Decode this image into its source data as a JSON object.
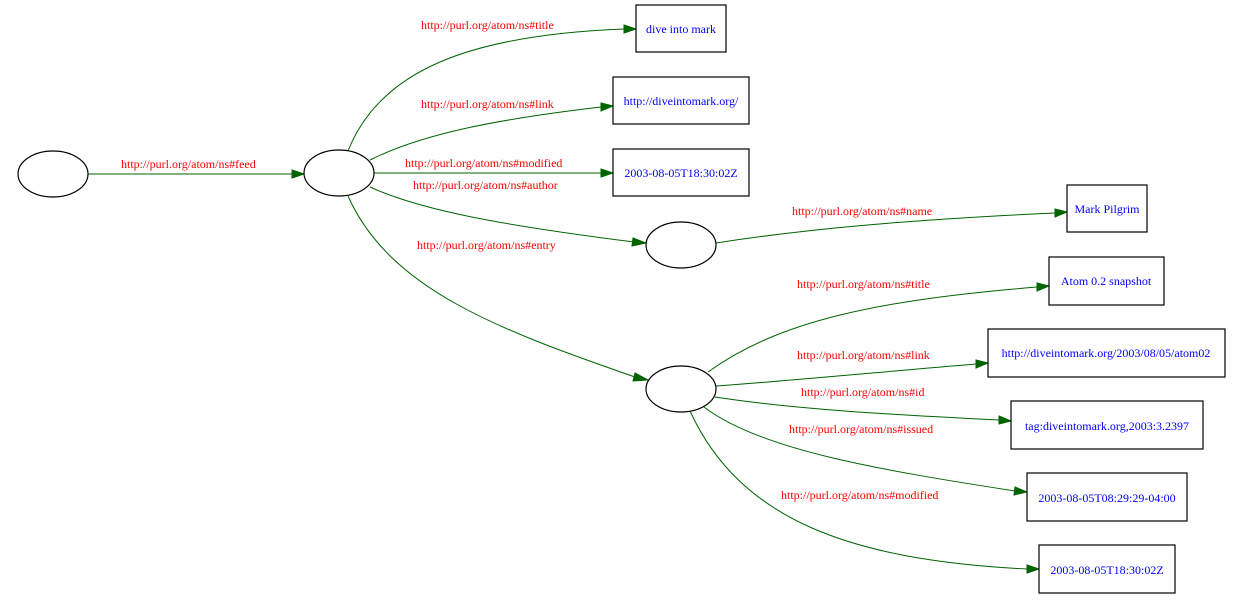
{
  "diagram": {
    "type": "rdf-graph",
    "colors": {
      "edge": "#006400",
      "edge_label": "#ff0000",
      "literal_text": "#0000ff",
      "node_border": "#000000",
      "background": "#ffffff"
    },
    "nodes": [
      {
        "id": "root",
        "kind": "blank",
        "label": ""
      },
      {
        "id": "feed",
        "kind": "blank",
        "label": ""
      },
      {
        "id": "author",
        "kind": "blank",
        "label": ""
      },
      {
        "id": "entry",
        "kind": "blank",
        "label": ""
      },
      {
        "id": "feed_title",
        "kind": "literal",
        "label": "dive into mark"
      },
      {
        "id": "feed_link",
        "kind": "literal",
        "label": "http://diveintomark.org/"
      },
      {
        "id": "feed_modified",
        "kind": "literal",
        "label": "2003-08-05T18:30:02Z"
      },
      {
        "id": "author_name",
        "kind": "literal",
        "label": "Mark Pilgrim"
      },
      {
        "id": "entry_title",
        "kind": "literal",
        "label": "Atom 0.2 snapshot"
      },
      {
        "id": "entry_link",
        "kind": "literal",
        "label": "http://diveintomark.org/2003/08/05/atom02"
      },
      {
        "id": "entry_id",
        "kind": "literal",
        "label": "tag:diveintomark.org,2003:3.2397"
      },
      {
        "id": "entry_issued",
        "kind": "literal",
        "label": "2003-08-05T08:29:29-04:00"
      },
      {
        "id": "entry_modified",
        "kind": "literal",
        "label": "2003-08-05T18:30:02Z"
      }
    ],
    "edges": [
      {
        "from": "root",
        "to": "feed",
        "label": "http://purl.org/atom/ns#feed"
      },
      {
        "from": "feed",
        "to": "feed_title",
        "label": "http://purl.org/atom/ns#title"
      },
      {
        "from": "feed",
        "to": "feed_link",
        "label": "http://purl.org/atom/ns#link"
      },
      {
        "from": "feed",
        "to": "feed_modified",
        "label": "http://purl.org/atom/ns#modified"
      },
      {
        "from": "feed",
        "to": "author",
        "label": "http://purl.org/atom/ns#author"
      },
      {
        "from": "feed",
        "to": "entry",
        "label": "http://purl.org/atom/ns#entry"
      },
      {
        "from": "author",
        "to": "author_name",
        "label": "http://purl.org/atom/ns#name"
      },
      {
        "from": "entry",
        "to": "entry_title",
        "label": "http://purl.org/atom/ns#title"
      },
      {
        "from": "entry",
        "to": "entry_link",
        "label": "http://purl.org/atom/ns#link"
      },
      {
        "from": "entry",
        "to": "entry_id",
        "label": "http://purl.org/atom/ns#id"
      },
      {
        "from": "entry",
        "to": "entry_issued",
        "label": "http://purl.org/atom/ns#issued"
      },
      {
        "from": "entry",
        "to": "entry_modified",
        "label": "http://purl.org/atom/ns#modified"
      }
    ]
  }
}
